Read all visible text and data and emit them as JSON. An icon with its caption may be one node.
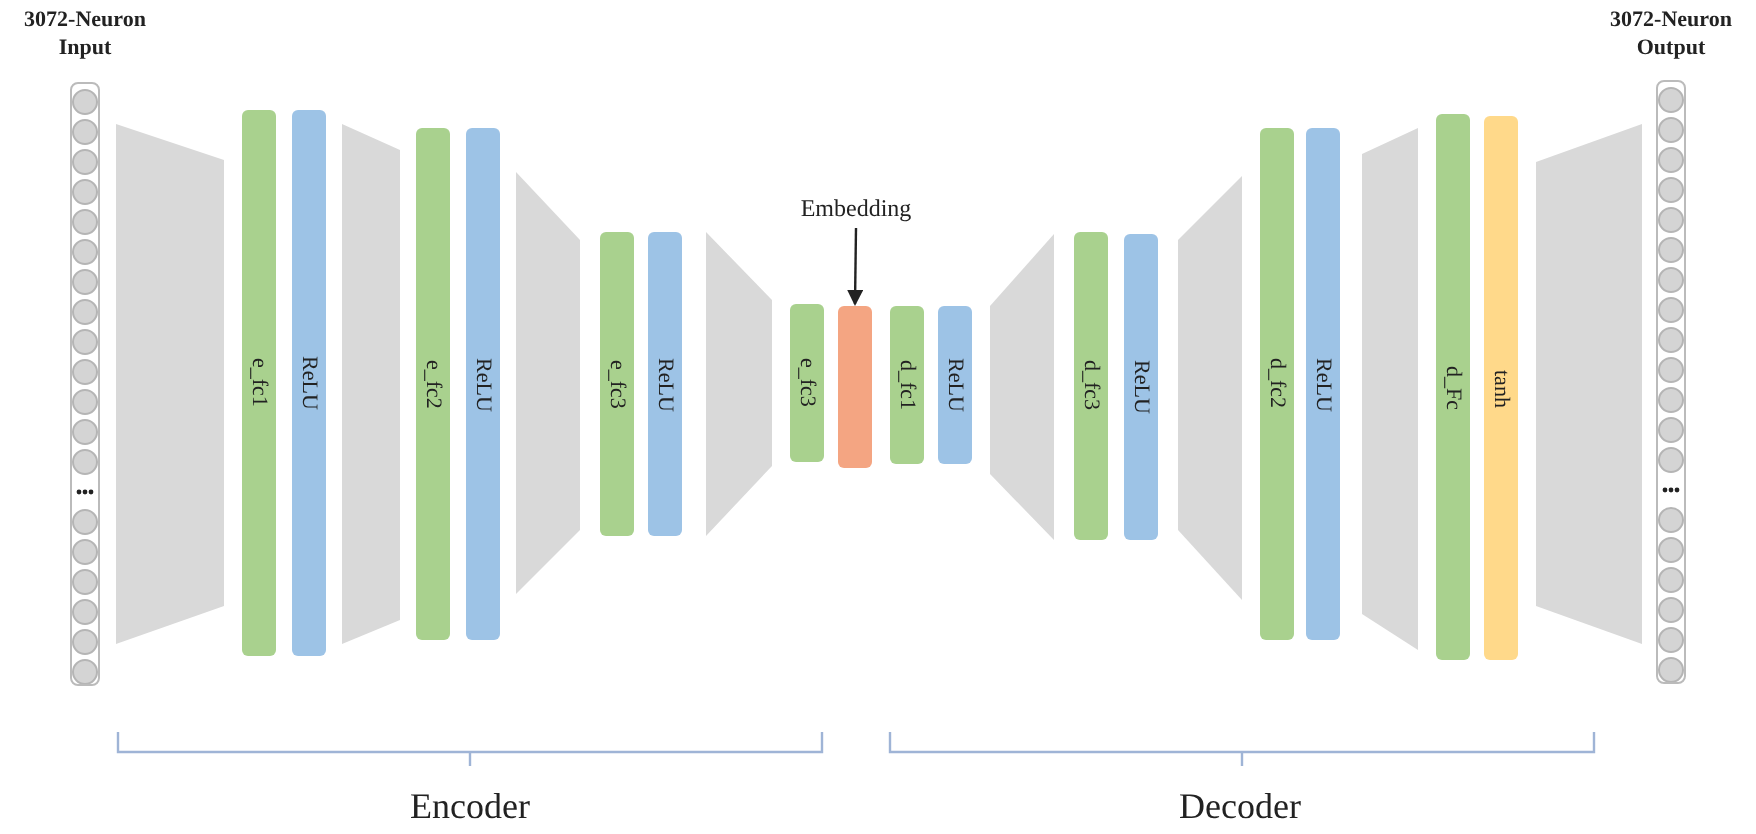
{
  "diagram": {
    "nodes": [
      {
        "text": [
          "3072-Neuron Input"
        ]
      },
      {
        "text": [],
        "shape": "trapezoid"
      },
      {
        "text": [
          "e_fc1"
        ]
      },
      {
        "text": [
          "ReLU"
        ]
      },
      {
        "text": [],
        "shape": "trapezoid"
      },
      {
        "text": [
          "e_fc2"
        ]
      },
      {
        "text": [
          "ReLU"
        ]
      },
      {
        "text": [],
        "shape": "trapezoid"
      },
      {
        "text": [
          "e_fc3"
        ]
      },
      {
        "text": [
          "ReLU"
        ]
      },
      {
        "text": [],
        "shape": "trapezoid"
      },
      {
        "text": [
          "e_fc3"
        ]
      },
      {
        "text": [
          "Embedding"
        ]
      },
      {
        "text": [],
        "shape": "bar"
      },
      {
        "text": [
          "d_fc1"
        ]
      },
      {
        "text": [
          "ReLU"
        ]
      },
      {
        "text": [],
        "shape": "trapezoid"
      },
      {
        "text": [
          "d_fc3"
        ]
      },
      {
        "text": [
          "ReLU"
        ]
      },
      {
        "text": [],
        "shape": "trapezoid"
      },
      {
        "text": [
          "d_fc2"
        ]
      },
      {
        "text": [
          "ReLU"
        ]
      },
      {
        "text": [],
        "shape": "trapezoid"
      },
      {
        "text": [
          "d_Fc"
        ]
      },
      {
        "text": [
          "tanh"
        ]
      },
      {
        "text": [],
        "shape": "trapezoid"
      },
      {
        "text": [
          "3072-Neuron Output"
        ]
      }
    ],
    "edges": [
      {
        "from": 12,
        "to": 13,
        "arrow": "to"
      }
    ],
    "labels": [
      "Encoder",
      "Decoder"
    ]
  }
}
